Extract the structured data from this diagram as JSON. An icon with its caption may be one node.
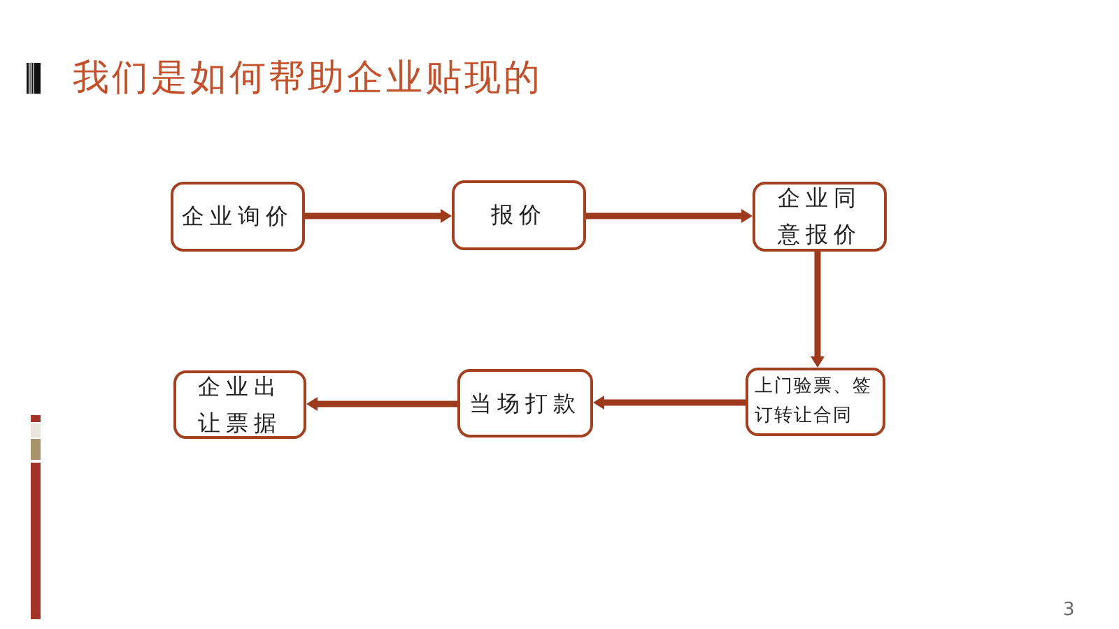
{
  "diagram": {
    "title": "我们是如何帮助企业贴现的",
    "nodes": [
      {
        "text": [
          "企业询价"
        ]
      },
      {
        "text": [
          "报价"
        ]
      },
      {
        "text": [
          "企业同意报价"
        ]
      },
      {
        "text": [
          "上门验票、签订转让合同"
        ]
      },
      {
        "text": [
          "当场打款"
        ]
      },
      {
        "text": [
          "企业出让票据"
        ]
      }
    ],
    "edges": [
      {
        "from": 0,
        "to": 1,
        "arrow": "to"
      },
      {
        "from": 1,
        "to": 2,
        "arrow": "to"
      },
      {
        "from": 2,
        "to": 3,
        "arrow": "to"
      },
      {
        "from": 3,
        "to": 4,
        "arrow": "to"
      },
      {
        "from": 4,
        "to": 5,
        "arrow": "to"
      }
    ],
    "labels": [
      "3"
    ]
  }
}
